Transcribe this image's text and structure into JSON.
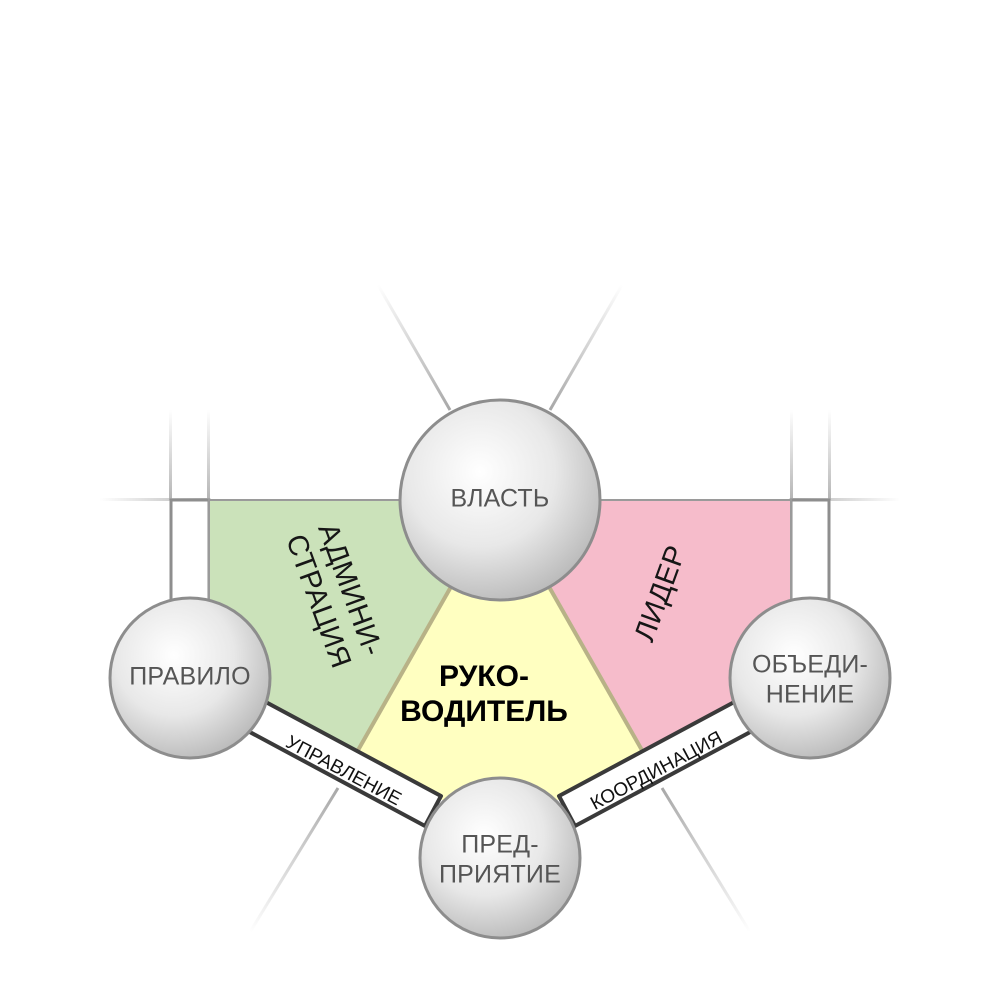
{
  "nodes": {
    "power": "ВЛАСТЬ",
    "rule": "ПРАВИЛО",
    "association": {
      "line1": "ОБЪЕДИ-",
      "line2": "НЕНИЕ"
    },
    "enterprise": {
      "line1": "ПРЕД-",
      "line2": "ПРИЯТИЕ"
    }
  },
  "regions": {
    "administration": {
      "line1": "АДМИНИ-",
      "line2": "СТРАЦИЯ",
      "color": "#cbe2ba"
    },
    "leader": {
      "label": "ЛИДЕР",
      "color": "#f6bccb"
    },
    "manager": {
      "line1": "РУКО-",
      "line2": "ВОДИТЕЛЬ",
      "color": "#ffffc1"
    }
  },
  "links": {
    "management": "УПРАВЛЕНИЕ",
    "coordination": "КООРДИНАЦИЯ"
  }
}
